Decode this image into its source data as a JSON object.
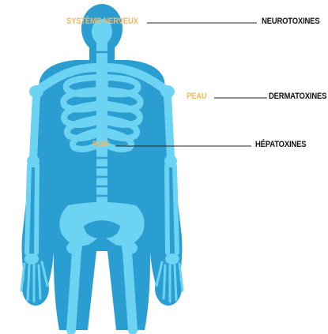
{
  "labels": {
    "nervous_system": "SYSTÈME NERVEUX",
    "skin": "PEAU",
    "liver": "FOIE",
    "neurotoxins": "NEUROTOXINES",
    "dermatoxins": "DERMATOXINES",
    "hepatoxins": "HÉPATOXINES"
  },
  "colors": {
    "body": "#2a9dd1",
    "bone": "#6dd3f3",
    "organ_label": "#f4b862",
    "toxin_label": "#111111",
    "leader_line": "#222222"
  }
}
